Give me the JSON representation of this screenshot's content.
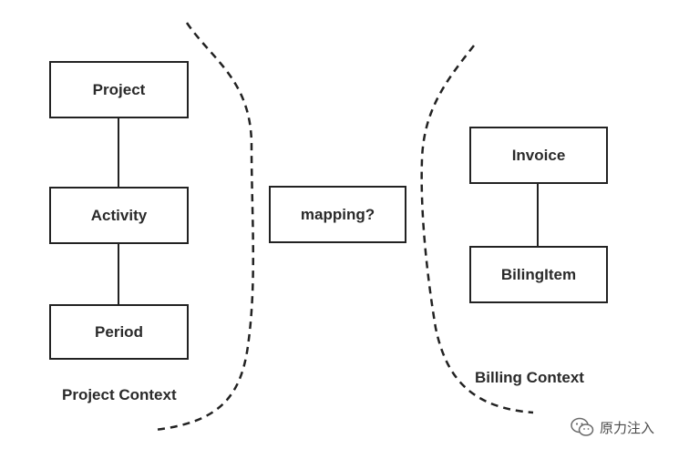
{
  "project_context": {
    "label": "Project Context",
    "entities": [
      "Project",
      "Activity",
      "Period"
    ]
  },
  "mapping": {
    "label": "mapping?"
  },
  "billing_context": {
    "label": "Billing Context",
    "entities": [
      "Invoice",
      "BilingItem"
    ]
  },
  "watermark": {
    "text": "原力注入",
    "icon": "wechat-icon"
  },
  "colors": {
    "stroke": "#222222",
    "text": "#2a2a2a",
    "background": "#ffffff"
  }
}
